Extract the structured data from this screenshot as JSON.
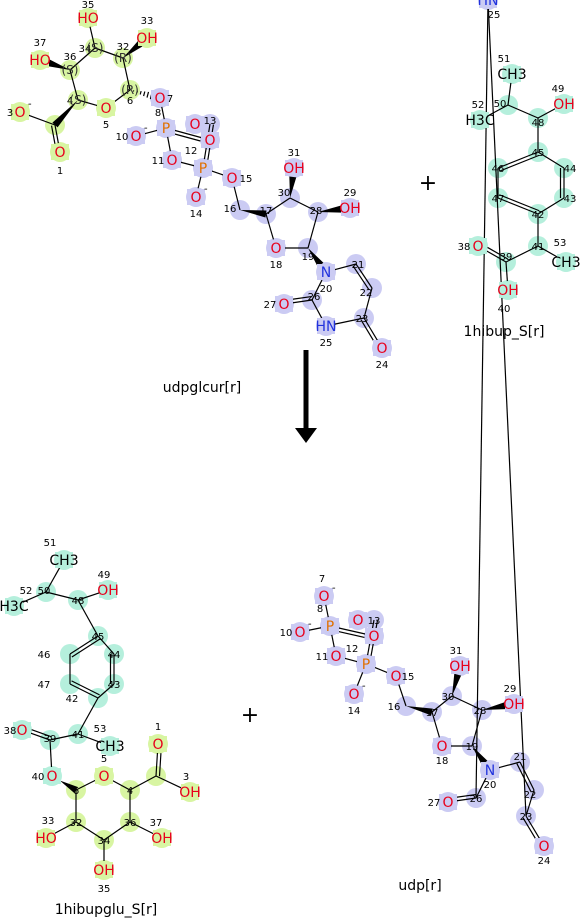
{
  "colors": {
    "green": "#d8f5a2",
    "teal": "#b5efdc",
    "lavender": "#cbcbf3",
    "oxygen": "#e8001c",
    "nitrogen": "#2233dd",
    "phosphorus": "#e07000",
    "carbon": "#000000"
  },
  "reaction": {
    "plus_symbol": "+",
    "reactant_udp_glcur": {
      "caption": "udpglcur[r]"
    },
    "reactant_hibup": {
      "caption": "1hibup_S[r]"
    },
    "product_glucuronide": {
      "caption": "1hibupglu_S[r]"
    },
    "product_udp": {
      "caption": "udp[r]"
    }
  }
}
